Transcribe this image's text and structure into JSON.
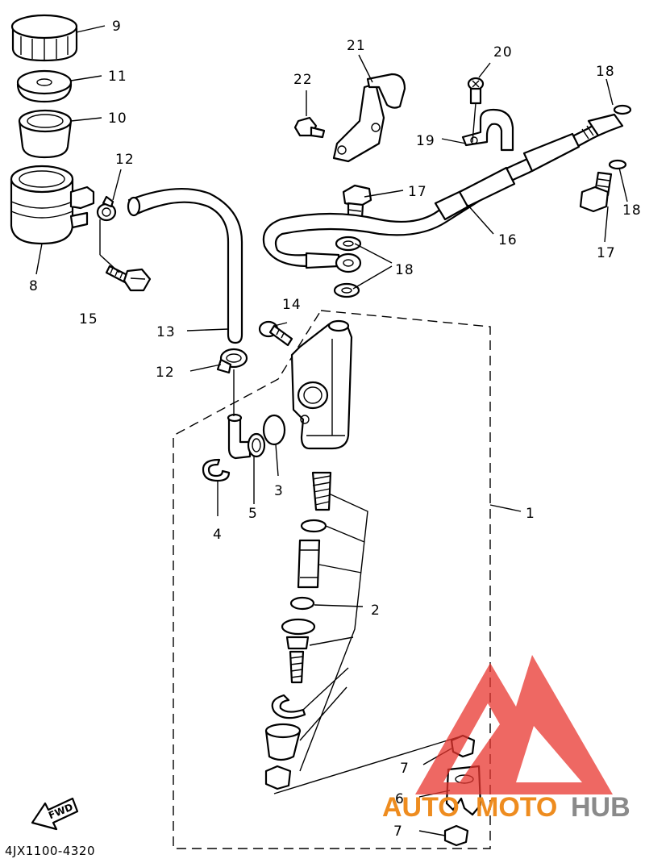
{
  "diagram": {
    "callouts": {
      "c1": "1",
      "c2": "2",
      "c3": "3",
      "c4": "4",
      "c5": "5",
      "c6": "6",
      "c7a": "7",
      "c7b": "7",
      "c8": "8",
      "c9": "9",
      "c10": "10",
      "c11": "11",
      "c12a": "12",
      "c12b": "12",
      "c13": "13",
      "c14": "14",
      "c15": "15",
      "c16": "16",
      "c17a": "17",
      "c17b": "17",
      "c18a": "18",
      "c18b": "18",
      "c18c": "18",
      "c19": "19",
      "c20": "20",
      "c21": "21",
      "c22": "22"
    },
    "diagram_code": "4JX1100-4320",
    "fwd_label": "FWD"
  },
  "watermark": {
    "brand_auto": "AUTO",
    "brand_moto": "MOTO",
    "brand_hub": "HUB",
    "colors": {
      "logo": "#e8352f",
      "auto": "#ee8c1f",
      "hub": "#8a8a8a"
    }
  }
}
